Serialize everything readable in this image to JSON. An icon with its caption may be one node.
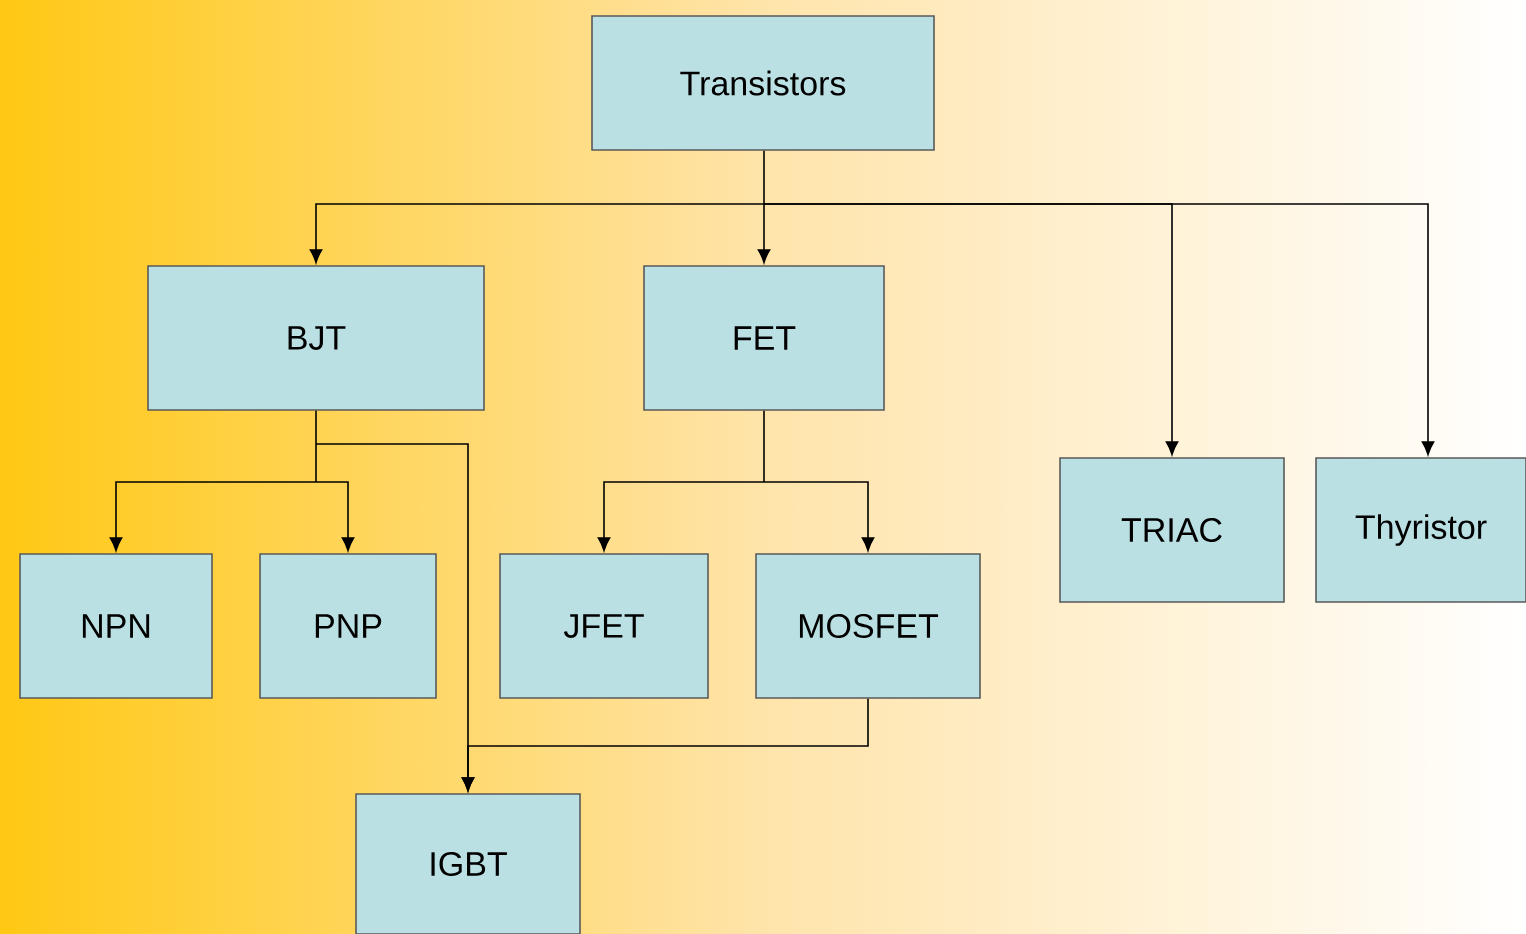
{
  "diagram": {
    "nodes": [
      {
        "text": [
          "Transistors"
        ]
      },
      {
        "text": [
          "BJT"
        ]
      },
      {
        "text": [
          "FET"
        ]
      },
      {
        "text": [
          "TRIAC"
        ]
      },
      {
        "text": [
          "Thyristor"
        ]
      },
      {
        "text": [
          "NPN"
        ]
      },
      {
        "text": [
          "PNP"
        ]
      },
      {
        "text": [
          "JFET"
        ]
      },
      {
        "text": [
          "MOSFET"
        ]
      },
      {
        "text": [
          "IGBT"
        ]
      }
    ],
    "edges": [
      {
        "from": 0,
        "to": 1,
        "arrow": "to"
      },
      {
        "from": 0,
        "to": 2,
        "arrow": "to"
      },
      {
        "from": 0,
        "to": 3,
        "arrow": "to"
      },
      {
        "from": 0,
        "to": 4,
        "arrow": "to"
      },
      {
        "from": 1,
        "to": 5,
        "arrow": "to"
      },
      {
        "from": 1,
        "to": 6,
        "arrow": "to"
      },
      {
        "from": 1,
        "to": 9,
        "arrow": "to"
      },
      {
        "from": 2,
        "to": 7,
        "arrow": "to"
      },
      {
        "from": 2,
        "to": 8,
        "arrow": "to"
      },
      {
        "from": 8,
        "to": 9,
        "arrow": "to"
      }
    ]
  }
}
